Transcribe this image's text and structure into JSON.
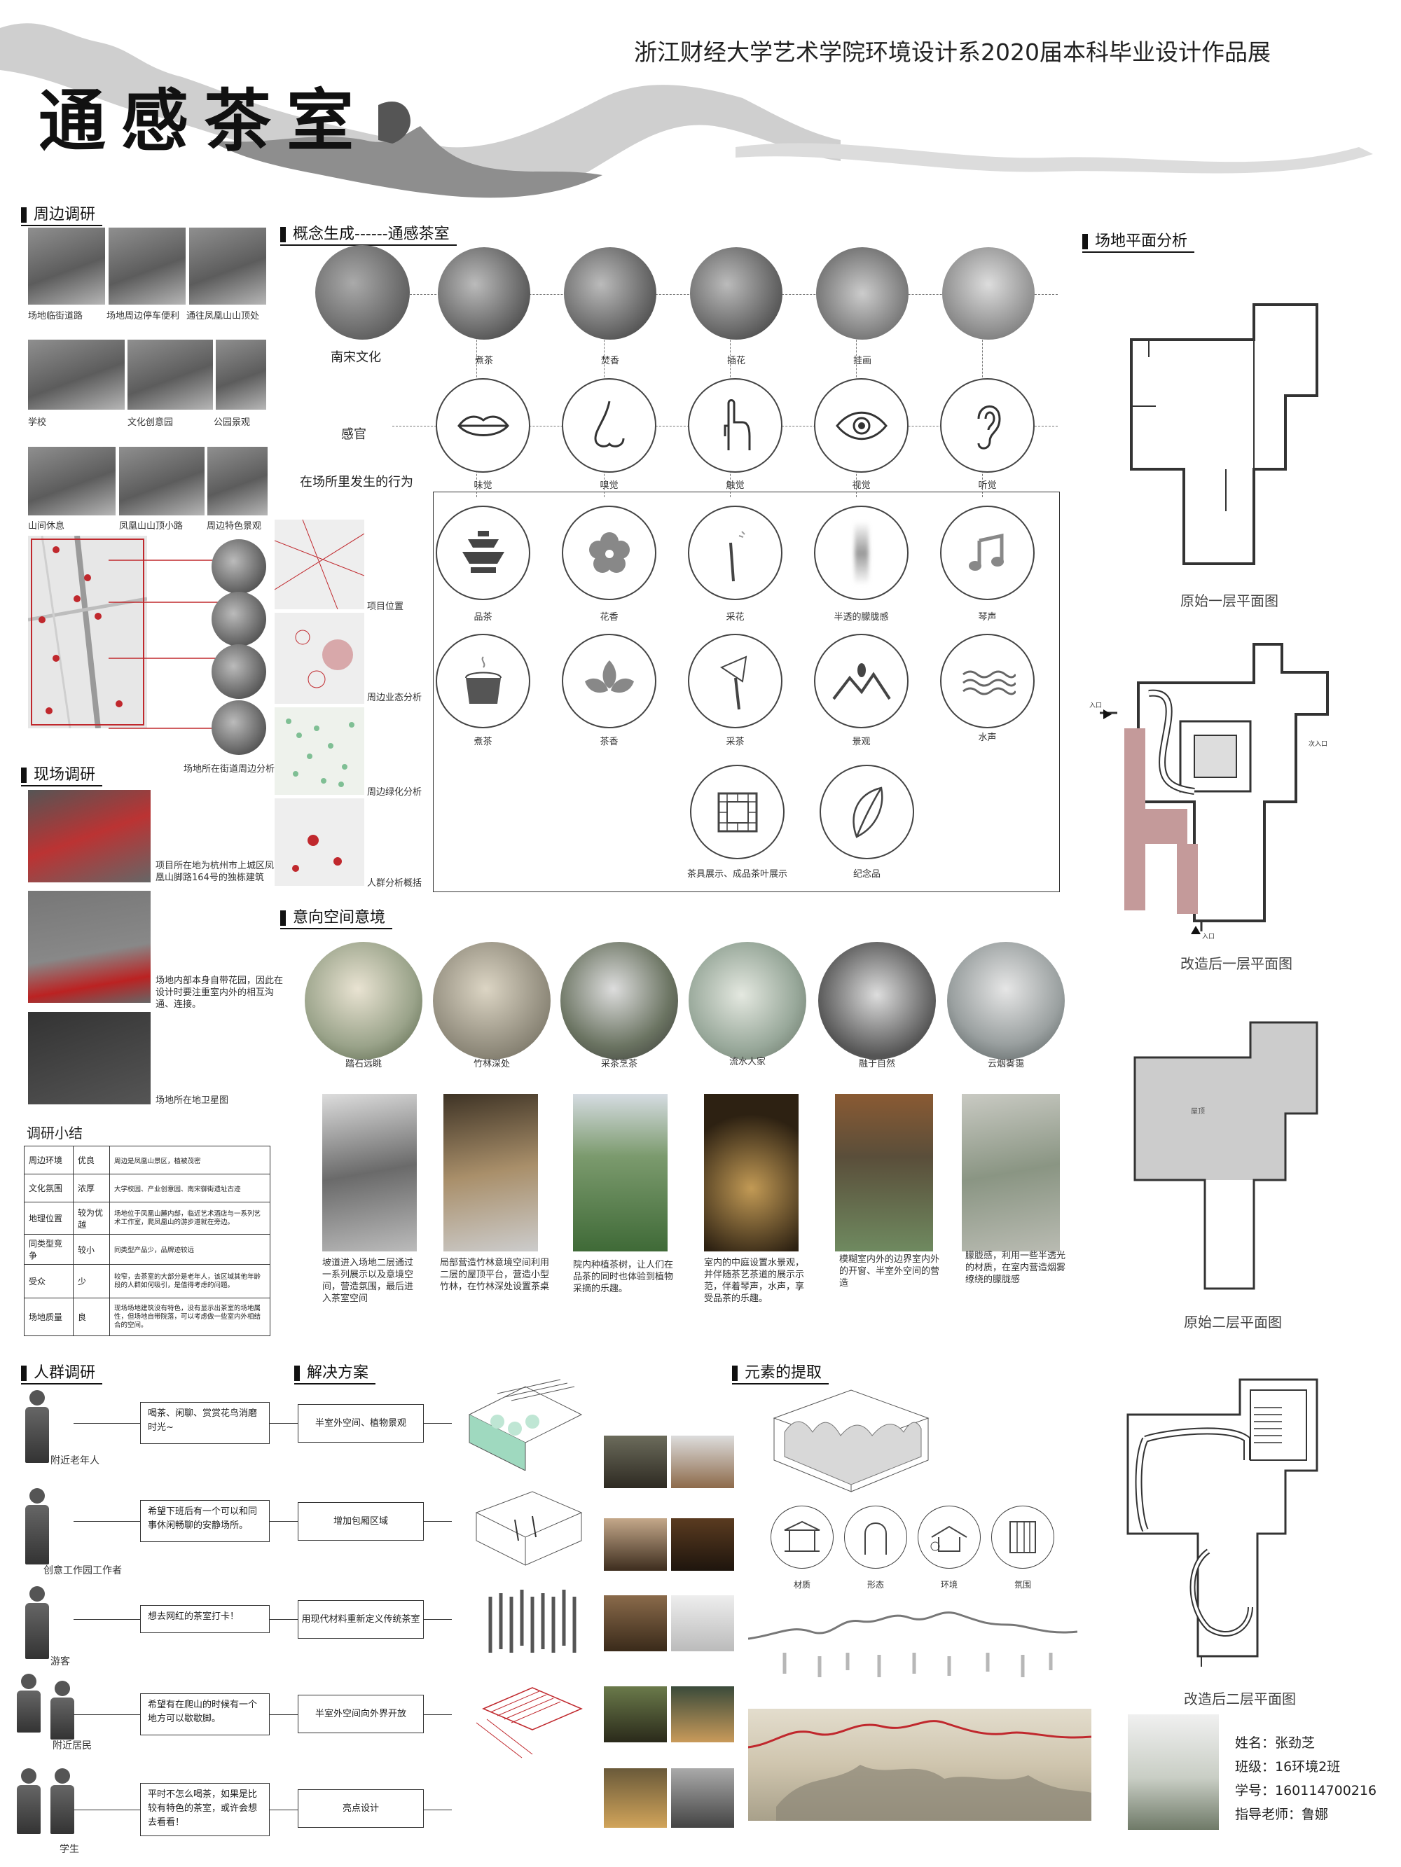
{
  "header": {
    "exhibition_title": "浙江财经大学艺术学院环境设计系2020届本科毕业设计作品展",
    "main_title": "通感茶室"
  },
  "survey": {
    "title": "周边调研",
    "photos": [
      "场地临街道路",
      "场地周边停车便利",
      "通往凤凰山山顶处",
      "学校",
      "文化创意园",
      "公园景观",
      "山间休息",
      "凤凰山山顶小路",
      "周边特色景观"
    ],
    "map_labels": [
      "项目位置",
      "周边业态分析",
      "周边绿化分析",
      "人群分析概括"
    ],
    "street_note": "场地所在街道周边分析"
  },
  "site": {
    "title": "现场调研",
    "notes": [
      "项目所在地为杭州市上城区凤凰山脚路164号的独栋建筑",
      "场地内部本身自带花园，因此在设计时要注重室内外的相互沟通、连接。",
      "场地所在地卫星图"
    ]
  },
  "summary": {
    "title": "调研小结",
    "rows": [
      {
        "item": "周边环境",
        "grade": "优良",
        "desc": "周边是凤凰山景区，植被茂密"
      },
      {
        "item": "文化氛围",
        "grade": "浓厚",
        "desc": "大学校园、产业创意园、南宋御街遗址古迹"
      },
      {
        "item": "地理位置",
        "grade": "较为优越",
        "desc": "场地位于凤凰山麓内部，临近艺术酒店与一系列艺术工作室，爬凤凰山的游步道就在旁边。"
      },
      {
        "item": "同类型竞争",
        "grade": "较小",
        "desc": "同类型产品少，品牌迹较远"
      },
      {
        "item": "受众",
        "grade": "少",
        "desc": "较窄，去茶室的大部分是老年人，该区域其他年龄段的人群如何吸引，是值得考虑的问题。"
      },
      {
        "item": "场地质量",
        "grade": "良",
        "desc": "现场场地建筑没有特色，没有显示出茶室的场地属性，但场地自带院落，可以考虑做一些室内外相结合的空间。"
      }
    ]
  },
  "concept": {
    "title": "概念生成------通感茶室",
    "row_labels": [
      "南宋文化",
      "感官",
      "在场所里发生的行为"
    ],
    "culture": [
      "煮茶",
      "焚香",
      "插花",
      "挂画",
      ""
    ],
    "senses": [
      "味觉",
      "嗅觉",
      "触觉",
      "视觉",
      "听觉"
    ],
    "behaviors_1": [
      "品茶",
      "花香",
      "采花",
      "半透的朦胧感",
      "琴声"
    ],
    "behaviors_2": [
      "煮茶",
      "茶香",
      "采茶",
      "景观",
      "水声"
    ],
    "behaviors_3": [
      "茶具展示、成品茶叶展示",
      "纪念品"
    ]
  },
  "imagery": {
    "title": "意向空间意境",
    "paintings": [
      "踏石远眺",
      "竹林深处",
      "采茶烹茶",
      "流水人家",
      "融于自然",
      "云烟雾霭"
    ],
    "photo_notes": [
      "坡道进入场地二层通过一系列展示以及意境空间，营造氛围，最后进入茶室空间",
      "局部营造竹林意境空间利用二层的屋顶平台，营造小型竹林，在竹林深处设置茶桌",
      "院内种植茶树，让人们在品茶的同时也体验到植物采摘的乐趣。",
      "室内的中庭设置水景观，并伴随茶艺茶道的展示示范，伴着琴声，水声，享受品茶的乐趣。",
      "模糊室内外的边界室内外的开窗、半室外空间的营造",
      "朦胧感，利用一些半透光的材质，在室内营造烟雾缭绕的朦胧感"
    ]
  },
  "crowd": {
    "title": "人群调研",
    "groups": [
      {
        "name": "附近老年人",
        "need": "喝茶、闲聊、赏赏花鸟消磨时光~"
      },
      {
        "name": "创意工作园工作者",
        "need": "希望下班后有一个可以和同事休闲畅聊的安静场所。"
      },
      {
        "name": "游客",
        "need": "想去网红的茶室打卡！"
      },
      {
        "name": "附近居民",
        "need": "希望有在爬山的时候有一个地方可以歇歇脚。"
      },
      {
        "name": "学生",
        "need": "平时不怎么喝茶，如果是比较有特色的茶室，或许会想去看看！"
      }
    ]
  },
  "solution": {
    "title": "解决方案",
    "items": [
      "半室外空间、植物景观",
      "增加包厢区域",
      "用现代材料重新定义传统茶室",
      "半室外空间向外界开放",
      "亮点设计"
    ]
  },
  "elements": {
    "title": "元素的提取",
    "icons": [
      "材质",
      "形态",
      "环境",
      "氛围"
    ]
  },
  "plan": {
    "title": "场地平面分析",
    "labels": [
      "原始一层平面图",
      "改造后一层平面图",
      "原始二层平面图",
      "改造后二层平面图"
    ],
    "roof_label": "屋顶",
    "entry_label": "入口",
    "entry_label_2": "次入口"
  },
  "student": {
    "name": "姓名：张劲芝",
    "class": "班级：16环境2班",
    "id": "学号：160114700216",
    "advisor": "指导老师：鲁娜"
  },
  "colors": {
    "accent_red": "#c0282d",
    "plan_pink": "#c49a9a",
    "line": "#333333"
  }
}
